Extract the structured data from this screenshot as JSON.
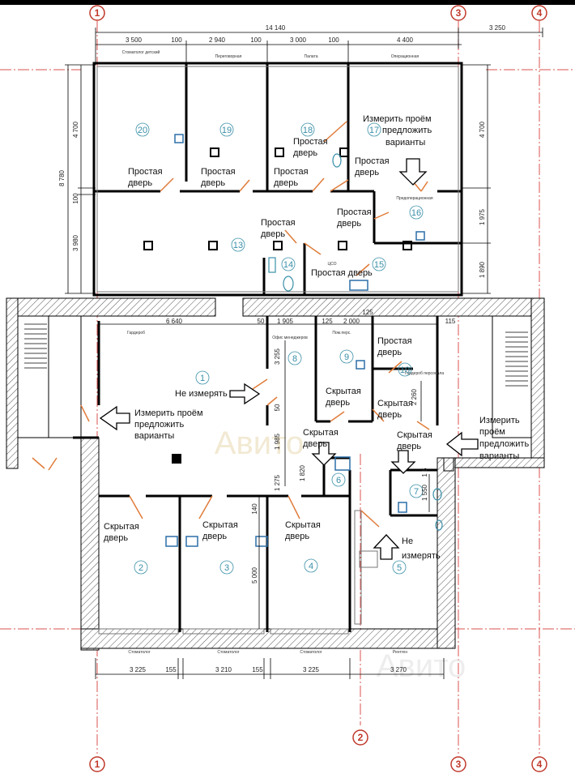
{
  "axes": {
    "a1": "1",
    "a2": "2",
    "a3": "3",
    "a4": "4"
  },
  "dims_top": {
    "total": "14 140",
    "right": "3 250",
    "d1": "3 500",
    "d2": "100",
    "d3": "2 940",
    "d4": "100",
    "d5": "3 000",
    "d6": "100",
    "d7": "4 400"
  },
  "dims_left": {
    "total": "8 780",
    "d1": "4 700",
    "d2": "100",
    "d3": "3 980"
  },
  "dims_right": {
    "d1": "4 700",
    "d2": "1 975",
    "d3": "1 890"
  },
  "dims_mid": {
    "m1": "6 640",
    "m2": "50",
    "m3": "1 905",
    "m4": "125",
    "m5": "2 000",
    "m6": "125",
    "m7": "115",
    "m8": "3 255",
    "m9": "50",
    "m10": "1 985",
    "m11": "2 260",
    "m12": "1 275",
    "m13": "1 820",
    "m14": "140",
    "m15": "5 000",
    "m16": "1 550",
    "m17": "1 5"
  },
  "dims_bottom": {
    "b1": "3 225",
    "b2": "155",
    "b3": "3 210",
    "b4": "155",
    "b5": "3 225",
    "b6": "3 270"
  },
  "room_labels": {
    "stomat_det": "Стоматолог детский",
    "peregovor": "Переговорная",
    "palata": "Палата",
    "operac": "Операционная",
    "predoper": "Предоперационная",
    "garderob": "Гардероб",
    "ofis": "Офис менеджеров",
    "pomper": "Пом.перс.",
    "garderob_pers": "Гардероб персонала",
    "stomat1": "Стоматолог",
    "stomat2": "Стоматолог",
    "stomat3": "Стоматолог",
    "rentgen": "Рентген",
    "cso": "ЦСО"
  },
  "room_numbers": {
    "r1": "1",
    "r2": "2",
    "r3": "3",
    "r4": "4",
    "r5": "5",
    "r6": "6",
    "r7": "7",
    "r8": "8",
    "r9": "9",
    "r10": "10",
    "r13": "13",
    "r14": "14",
    "r15": "15",
    "r16": "16",
    "r17": "17",
    "r18": "18",
    "r19": "19",
    "r20": "20"
  },
  "notes": {
    "prostaya": "Простая",
    "dver": "дверь",
    "skrytaya": "Скрытая",
    "prostaya_dver": "Простая дверь",
    "ne_izmeryat": "Не измерять",
    "ne": "Не",
    "izmeryat": "измерять",
    "izm1": "Измерить проём",
    "izm2": "предложить",
    "izm3": "варианты",
    "izm_a": "Измерить",
    "izm_b": "проём"
  },
  "watermark": "Авито"
}
